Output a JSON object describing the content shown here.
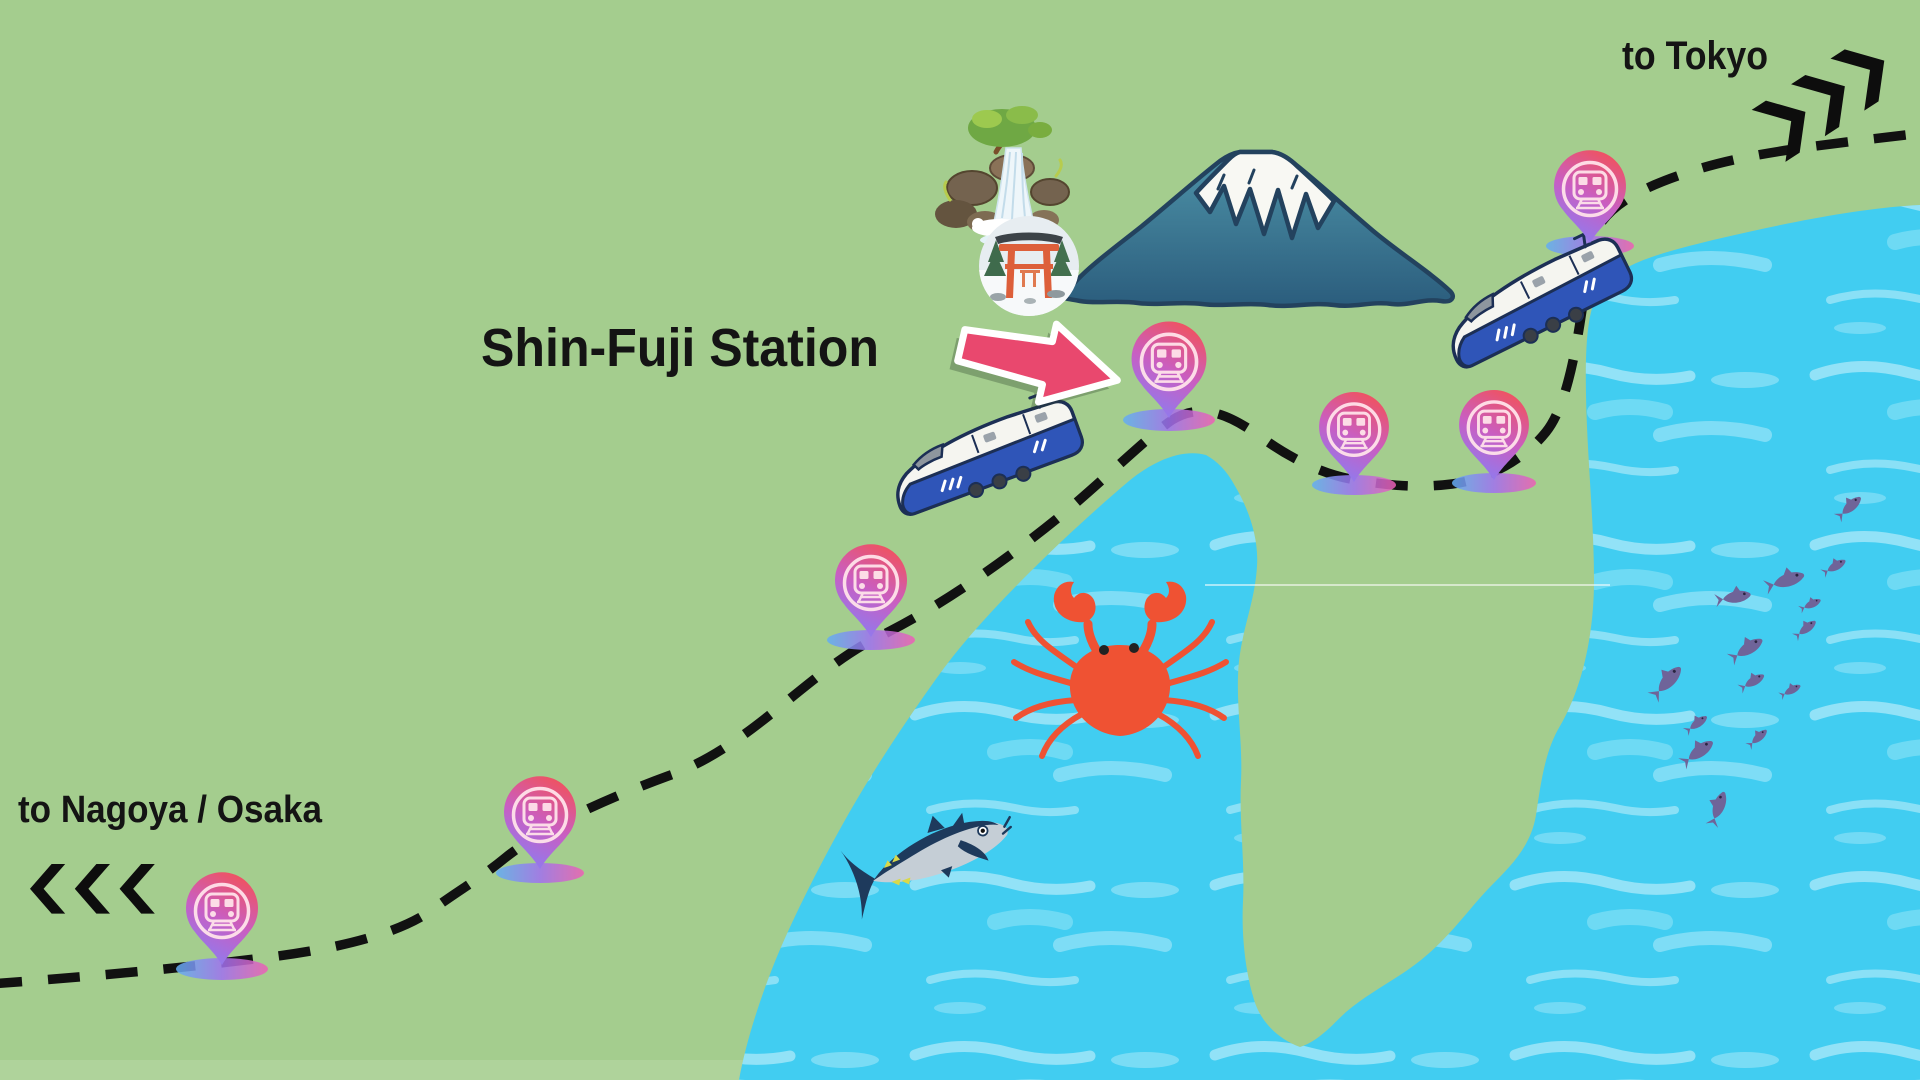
{
  "map": {
    "callout": {
      "label": "Shin-Fuji Station"
    },
    "directions": {
      "tokyo": "to Tokyo",
      "nagoya_osaka": "to Nagoya / Osaka"
    },
    "stations": {
      "pin_count": 7,
      "highlighted_station": "Shin-Fuji Station"
    },
    "features": {
      "landmark_icons": [
        "mount-fuji-icon",
        "waterfall-icon",
        "torii-gate-icon"
      ],
      "sea_icons": [
        "crab-icon",
        "tuna-icon",
        "small-fish-icon"
      ],
      "train_icons": [
        "shinkansen-train-icon",
        "shinkansen-train-icon"
      ],
      "line_style": "dashed-railway"
    },
    "colors": {
      "land": "#a4cd8e",
      "water": "#41cdf1",
      "railway": "#111111",
      "pin_top": "#f0525f",
      "pin_mid": "#c95ec2",
      "pin_bottom": "#8b7df2",
      "callout_arrow": "#e9486e",
      "train_blue": "#2f55b8",
      "fuji_slope": "#3a7d9c",
      "fuji_snow": "#f8f8f3",
      "crab": "#ef5233",
      "tuna_back": "#1e3a5c",
      "fish_school": "#6f6499"
    },
    "icons": [
      "station-pin-icon",
      "shinkansen-train-icon",
      "mount-fuji-icon",
      "waterfall-icon",
      "torii-gate-icon",
      "crab-icon",
      "tuna-icon",
      "small-fish-icon",
      "chevron-right-icon",
      "chevron-left-icon",
      "callout-arrow-icon"
    ]
  }
}
